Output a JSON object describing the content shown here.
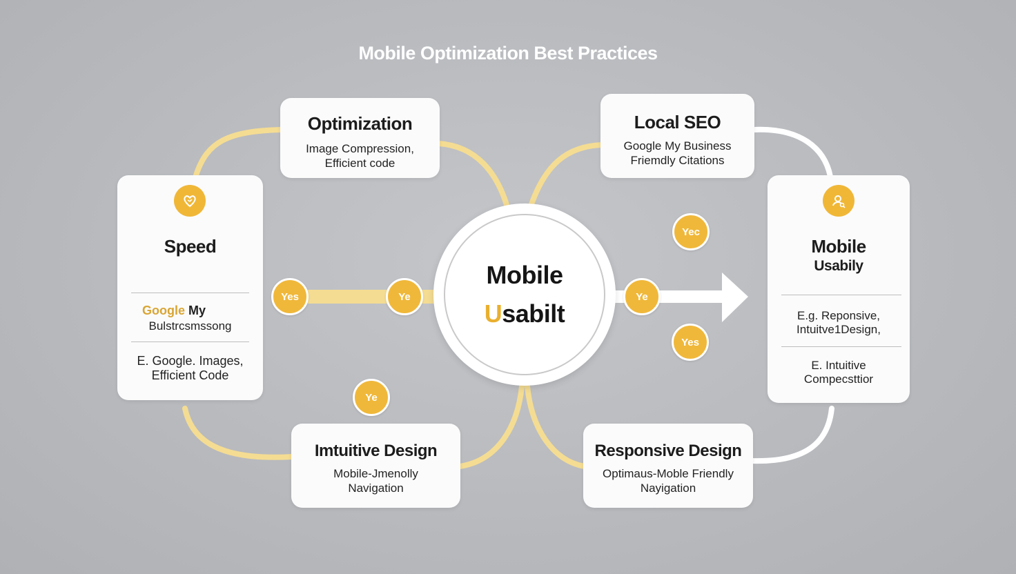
{
  "title": "Mobile Optimization Best Practices",
  "hub": {
    "line1": "Mobile",
    "line2_accent": "U",
    "line2_rest": "sabilt"
  },
  "cards": {
    "optimization": {
      "heading": "Optimization",
      "sub1": "Image Compression,",
      "sub2": "Efficient code"
    },
    "local_seo": {
      "heading": "Local SEO",
      "sub1": "Google My Business",
      "sub2": "Friemdly Citations"
    },
    "speed": {
      "icon": "heart-shield-icon",
      "heading": "Speed",
      "mid1_google": "Google",
      "mid1_rest": " My",
      "mid2": "Bulstrcsmssong",
      "bottom1": "E. Google. Images,",
      "bottom2": "Efficient Code"
    },
    "mobile_usability": {
      "icon": "user-search-icon",
      "heading1": "Mobile",
      "heading2": "Usabily",
      "mid1": "E.g.  Reponsive,",
      "mid2": "Intuitve1Design,",
      "bottom1": "E.  Intuitive",
      "bottom2": "Compecsttior"
    },
    "intuitive_design": {
      "heading": "Imtuitive Design",
      "sub1": "Mobile-Jmenolly",
      "sub2": "Navigation"
    },
    "responsive_design": {
      "heading": "Responsive Design",
      "sub1": "Optimaus-Moble Friendly",
      "sub2": "Nayigation"
    }
  },
  "badges": {
    "left_a": "Yes",
    "left_b": "Ye",
    "bottom": "Ye",
    "right_mid": "Ye",
    "right_top": "Yec",
    "right_bottom": "Yes"
  },
  "colors": {
    "background": "#b9bbbf",
    "accent": "#f0b83a",
    "connector_light": "#f4dc92",
    "card": "#fbfbfb",
    "arrow": "#ffffff"
  }
}
